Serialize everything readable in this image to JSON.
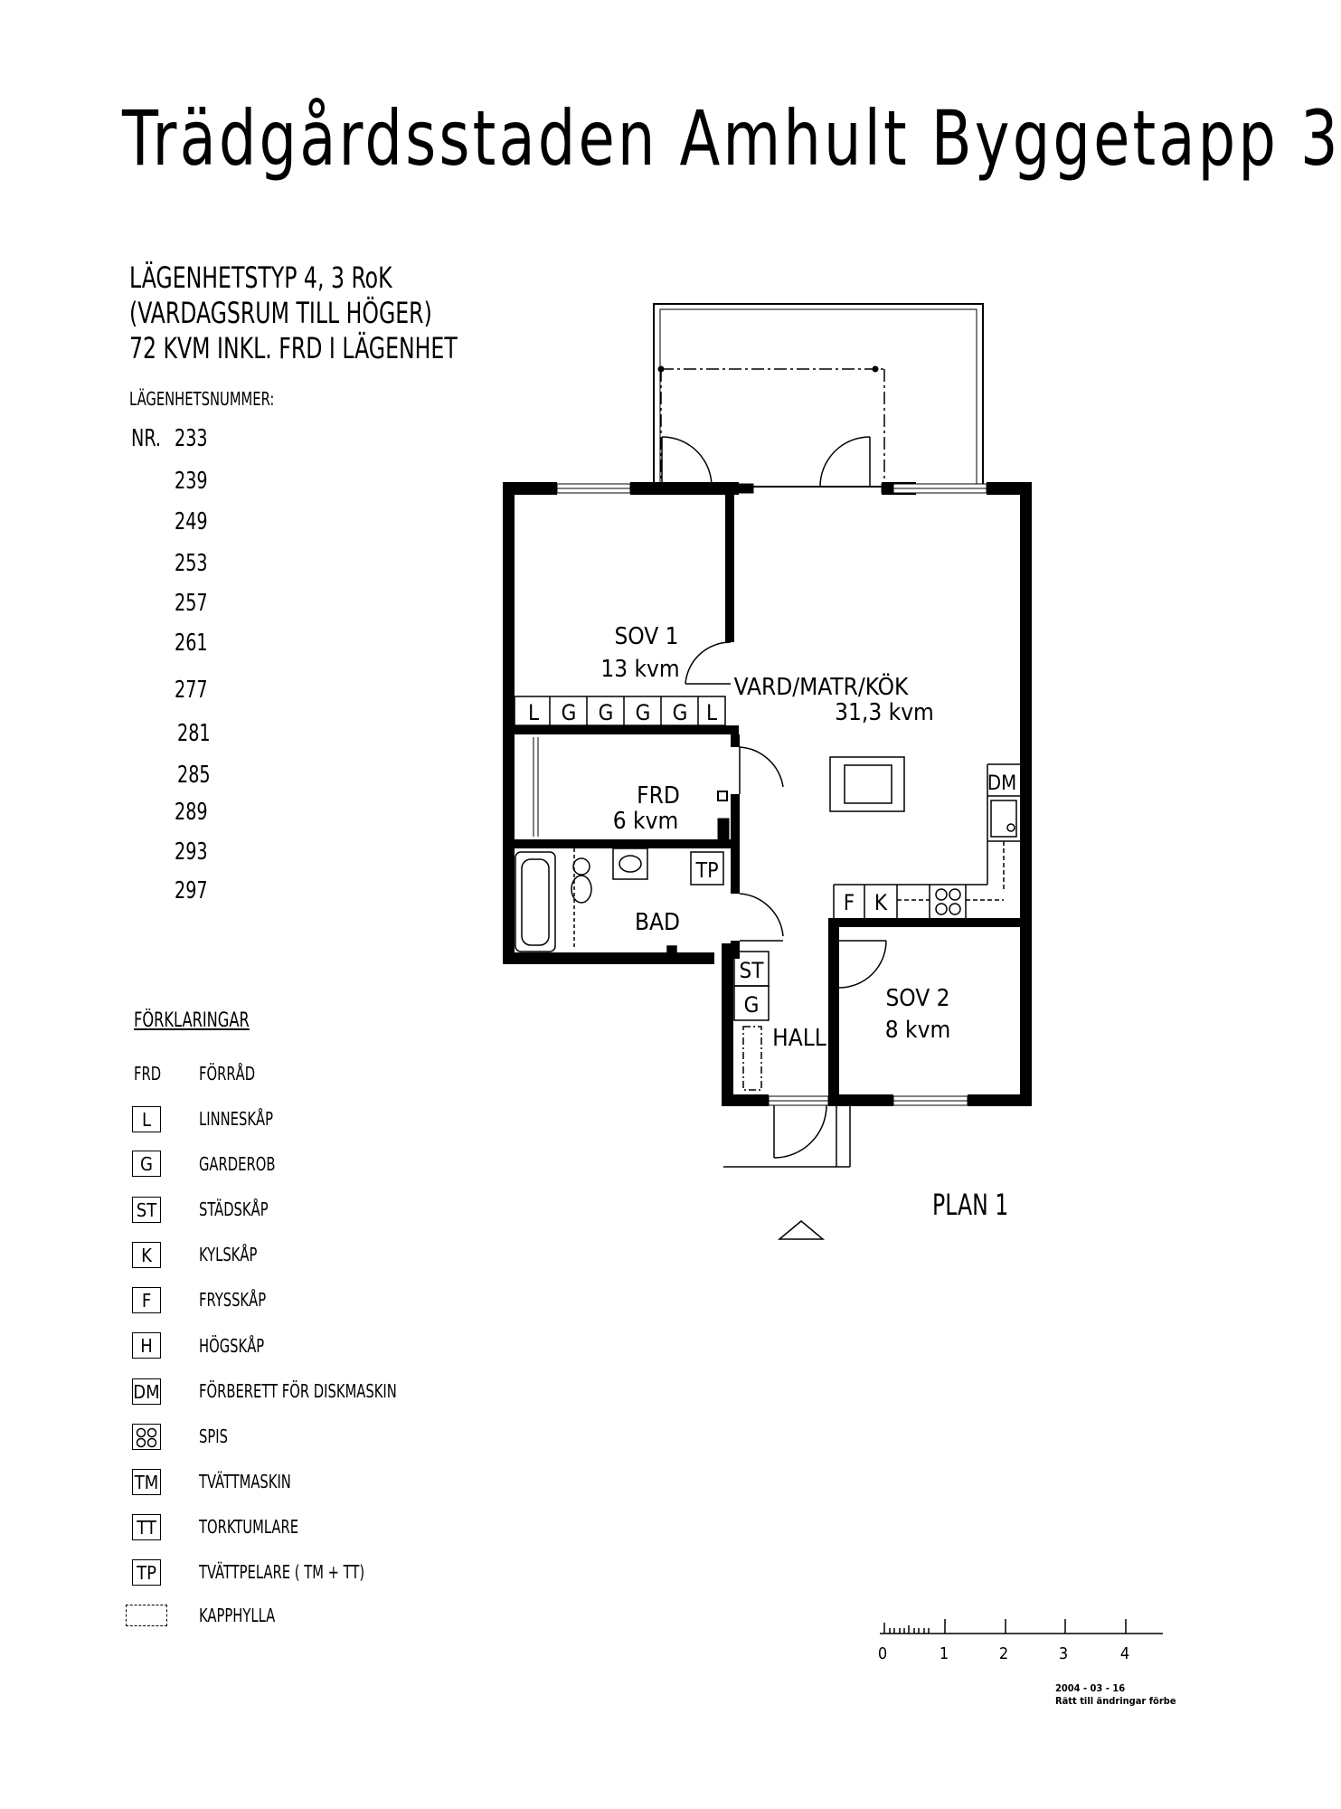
{
  "title": "Trädgårdsstaden Amhult Byggetapp 3",
  "apartment": {
    "type_line": "LÄGENHETSTYP 4,  3 RoK",
    "orientation_line": "(VARDAGSRUM TILL HÖGER)",
    "area_line": "72 KVM INKL. FRD I LÄGENHET",
    "numbers_heading": "LÄGENHETSNUMMER:",
    "numbers_prefix": "NR.",
    "numbers": [
      "233",
      "239",
      "249",
      "253",
      "257",
      "261",
      "277",
      "281",
      "285",
      "289",
      "293",
      "297"
    ]
  },
  "rooms": {
    "sov1_name": "SOV 1",
    "sov1_area": "13 kvm",
    "vard_name": "VARD/MATR/KÖK",
    "vard_area": "31,3 kvm",
    "frd_name": "FRD",
    "frd_area": "6 kvm",
    "bad_name": "BAD",
    "hall_name": "HALL",
    "sov2_name": "SOV 2",
    "sov2_area": "8 kvm"
  },
  "fixtures": {
    "wardrobe_row": [
      "L",
      "G",
      "G",
      "G",
      "G",
      "L"
    ],
    "tp": "TP",
    "dm": "DM",
    "f": "F",
    "k": "K",
    "st": "ST",
    "g": "G"
  },
  "plan_label": "PLAN 1",
  "legend": {
    "heading": "FÖRKLARINGAR",
    "items": [
      {
        "code": "FRD",
        "label": "FÖRRÅD",
        "boxed": false
      },
      {
        "code": "L",
        "label": "LINNESKÅP",
        "boxed": true
      },
      {
        "code": "G",
        "label": "GARDEROB",
        "boxed": true
      },
      {
        "code": "ST",
        "label": "STÄDSKÅP",
        "boxed": true
      },
      {
        "code": "K",
        "label": "KYLSKÅP",
        "boxed": true
      },
      {
        "code": "F",
        "label": "FRYSSKÅP",
        "boxed": true
      },
      {
        "code": "H",
        "label": "HÖGSKÅP",
        "boxed": true
      },
      {
        "code": "DM",
        "label": "FÖRBERETT FÖR DISKMASKIN",
        "boxed": true
      },
      {
        "code": "",
        "label": "SPIS",
        "boxed": true,
        "icon": "stove-icon"
      },
      {
        "code": "TM",
        "label": "TVÄTTMASKIN",
        "boxed": true
      },
      {
        "code": "TT",
        "label": "TORKTUMLARE",
        "boxed": true
      },
      {
        "code": "TP",
        "label": "TVÄTTPELARE  ( TM + TT)",
        "boxed": true
      },
      {
        "code": "",
        "label": "KAPPHYLLA",
        "boxed": false,
        "icon": "dashed-box-icon"
      }
    ]
  },
  "scale_bar": {
    "ticks": [
      "0",
      "1",
      "2",
      "3",
      "4"
    ]
  },
  "footer": {
    "date": "2004 - 03 - 16",
    "note": "Rätt till ändringar förbe"
  }
}
